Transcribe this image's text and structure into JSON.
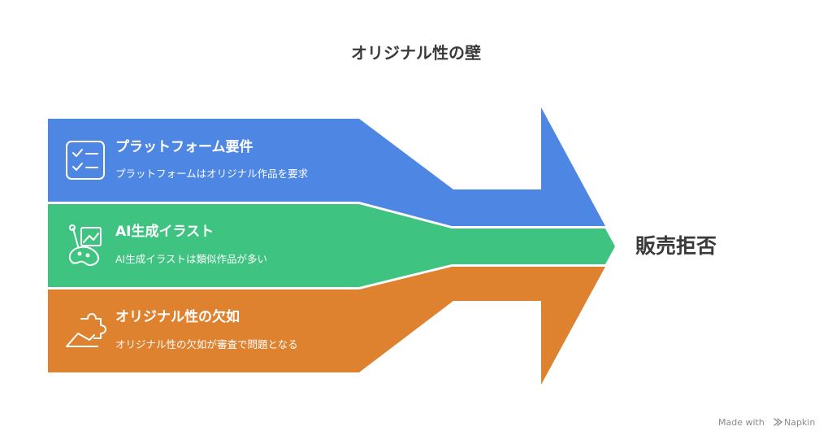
{
  "title": "オリジナル性の壁",
  "items": [
    {
      "heading": "プラットフォーム要件",
      "description": "プラットフォームはオリジナル作品を要求",
      "color": "#4e86e4",
      "icon": "checklist-icon"
    },
    {
      "heading": "AI生成イラスト",
      "description": "AI生成イラストは類似作品が多い",
      "color": "#3fc380",
      "icon": "paint-palette-icon"
    },
    {
      "heading": "オリジナル性の欠如",
      "description": "オリジナル性の欠如が審査で問題となる",
      "color": "#df8230",
      "icon": "puzzle-hand-icon"
    }
  ],
  "result": "販売拒否",
  "watermark": {
    "prefix": "Made with",
    "brand": "Napkin"
  }
}
